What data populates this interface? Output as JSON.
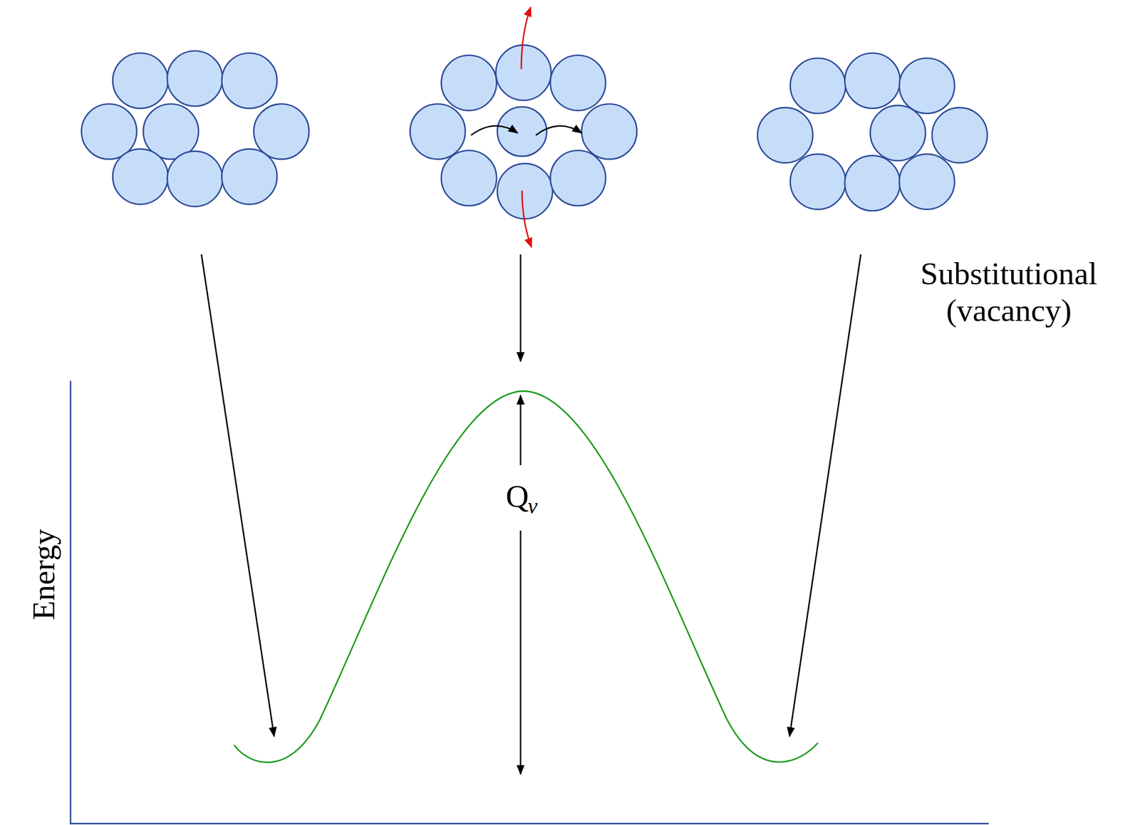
{
  "diagram": {
    "labels": [
      "Substitutional (vacancy)",
      "Q",
      "v",
      "Energy"
    ]
  }
}
